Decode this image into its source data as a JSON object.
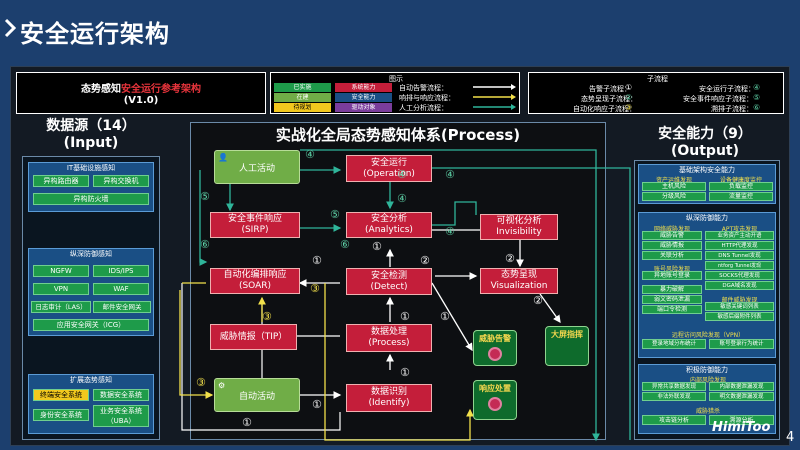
{
  "page": {
    "title": "安全运行架构",
    "page_number": "4",
    "logo": "HimiToo"
  },
  "header": {
    "main_title_black": "态势感知",
    "main_title_red": "安全运行参考架构",
    "version": "(V1.0)",
    "legend": {
      "title": "图示",
      "tags": [
        {
          "label": "已实施",
          "color": "#1e9b4a"
        },
        {
          "label": "系统能力",
          "color": "#c41e3a"
        },
        {
          "label": "在建",
          "color": "#70ad47"
        },
        {
          "label": "安全能力",
          "color": "#1a4f85"
        },
        {
          "label": "待规划",
          "color": "#f2c81e"
        },
        {
          "label": "驱动对象",
          "color": "#7a3d9c"
        }
      ],
      "flows": [
        "自动告警流程：",
        "响排与响应流程：",
        "人工分析流程："
      ]
    },
    "subflow": {
      "title": "子流程",
      "items": [
        {
          "label": "告警子流程：",
          "num": "①"
        },
        {
          "label": "态势呈现子流程：",
          "num": "②"
        },
        {
          "label": "自动化响应子流程：",
          "num": "③"
        },
        {
          "label": "安全运行子流程：",
          "num": "④"
        },
        {
          "label": "安全事件响应子流程：",
          "num": "⑤"
        },
        {
          "label": "溯排子流程：",
          "num": "⑥"
        }
      ]
    }
  },
  "input": {
    "title": "数据源（14）",
    "subtitle": "(Input)",
    "groups": [
      {
        "title": "IT基础设施感知",
        "items": [
          "异构路由器",
          "异构交换机",
          "异构防火墙"
        ]
      },
      {
        "title": "纵深防御感知",
        "items": [
          "NGFW",
          "IDS/IPS",
          "VPN",
          "WAF",
          "日志审计（LAS）",
          "邮件安全网关",
          "应用安全网关（ICG）"
        ]
      },
      {
        "title": "扩展态势感知",
        "items": [
          "终端安全系统",
          "数据安全系统",
          "身份安全系统",
          "业务安全系统（UBA）"
        ]
      }
    ]
  },
  "process": {
    "title": "实战化全局态势感知体系(Process)",
    "nodes": {
      "manual": "人工活动",
      "ops": [
        "安全运行",
        "(Operation)"
      ],
      "sirp": [
        "安全事件响应",
        "(SIRP)"
      ],
      "analytics": [
        "安全分析",
        "(Analytics)"
      ],
      "viz": [
        "可视化分析",
        "Invisibility"
      ],
      "soar": [
        "自动化编排响应",
        "(SOAR)"
      ],
      "detect": [
        "安全检测",
        "(Detect)"
      ],
      "present": [
        "态势呈现",
        "Visualization"
      ],
      "tip": "威胁情报（TIP）",
      "processing": [
        "数据处理",
        "(Process)"
      ],
      "threat_alert": "威胁告警",
      "big_screen": "大屏指挥",
      "identify": [
        "数据识别",
        "(Identify)"
      ],
      "auto": "自动活动",
      "response": "响应处置"
    }
  },
  "output": {
    "title": "安全能力（9）",
    "subtitle": "(Output)",
    "groups": [
      {
        "title": "基础架构安全能力",
        "sub": [
          {
            "title": "资产运维发现",
            "items": [
              "主机风险",
              "分级风险"
            ]
          },
          {
            "title": "设备健康度监控",
            "items": [
              "负载监控",
              "流量监控"
            ]
          }
        ]
      },
      {
        "title": "纵深防御能力",
        "sub": [
          {
            "title": "网络威胁发现",
            "items": [
              "威胁告警",
              "威胁情报",
              "关联分析"
            ]
          },
          {
            "title": "APT攻击发现",
            "items": [
              "业务资产主动开语",
              "HTTP代理发现",
              "DNS Tunnel发现",
              "ntforg Tunnel发现",
              "SOCKS代理发现",
              "DGA域名发现"
            ]
          },
          {
            "title": "账号风险发现",
            "items": [
              "异地账号登录",
              "暴力破解",
              "弱文密码泄漏",
              "端口令检测"
            ]
          },
          {
            "title": "邮件威胁发现",
            "items": [
              "敏感关键词列表",
              "敏感后缀附件列表"
            ]
          },
          {
            "title": "远程访问风险发现（VPN）",
            "items": [
              "登录地域分布统计",
              "账号登录行为统计"
            ]
          }
        ]
      },
      {
        "title": "积极防御能力",
        "sub": [
          {
            "title": "内部风险发现",
            "items": [
              "异常共享数据发现",
              "内部数据泄漏发现",
              "非法外联发现",
              "明文数据泄漏发现"
            ]
          },
          {
            "title": "威胁猎杀",
            "items": [
              "攻击链分析",
              "溯源分析"
            ]
          }
        ]
      }
    ]
  },
  "colors": {
    "red": "#c41e3a",
    "green_light": "#70ad47",
    "green_dark": "#0e6b2c",
    "teal": "#2fb59a",
    "yellow": "#f2e04b",
    "blue": "#1a4f85"
  }
}
